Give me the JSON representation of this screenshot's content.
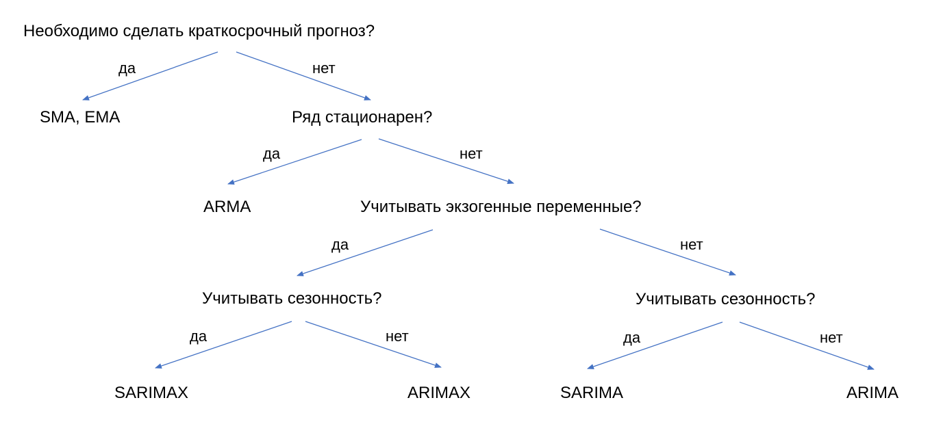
{
  "colors": {
    "edge": "#4472C4",
    "text": "#000000",
    "background": "#FFFFFF"
  },
  "nodes": {
    "q_short_term": "Необходимо сделать краткосрочный прогноз?",
    "sma_ema": "SMA, EMA",
    "q_stationary": "Ряд стационарен?",
    "arma": "ARMA",
    "q_exogenous": "Учитывать экзогенные переменные?",
    "q_seasonality_left": "Учитывать сезонность?",
    "q_seasonality_right": "Учитывать сезонность?",
    "sarimax": "SARIMAX",
    "arimax": "ARIMAX",
    "sarima": "SARIMA",
    "arima": "ARIMA"
  },
  "edges": [
    {
      "from": "q_short_term",
      "to": "sma_ema",
      "label": "да"
    },
    {
      "from": "q_short_term",
      "to": "q_stationary",
      "label": "нет"
    },
    {
      "from": "q_stationary",
      "to": "arma",
      "label": "да"
    },
    {
      "from": "q_stationary",
      "to": "q_exogenous",
      "label": "нет"
    },
    {
      "from": "q_exogenous",
      "to": "q_seasonality_left",
      "label": "да"
    },
    {
      "from": "q_exogenous",
      "to": "q_seasonality_right",
      "label": "нет"
    },
    {
      "from": "q_seasonality_left",
      "to": "sarimax",
      "label": "да"
    },
    {
      "from": "q_seasonality_left",
      "to": "arimax",
      "label": "нет"
    },
    {
      "from": "q_seasonality_right",
      "to": "sarima",
      "label": "да"
    },
    {
      "from": "q_seasonality_right",
      "to": "arima",
      "label": "нет"
    }
  ]
}
